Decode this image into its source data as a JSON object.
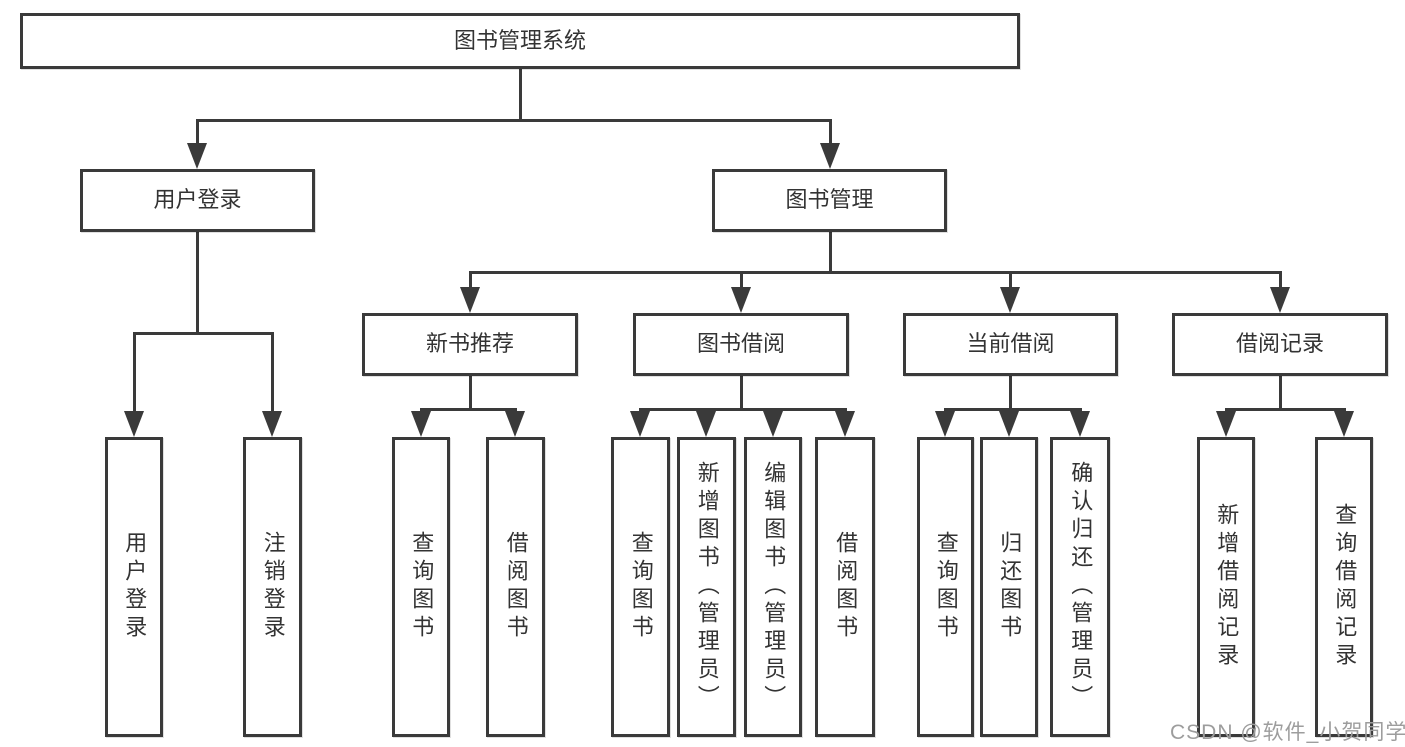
{
  "diagram": {
    "type": "hierarchy-tree",
    "background": "#ffffff",
    "line_color": "#3a3a3a",
    "text_color": "#333333",
    "nodes": {
      "root": {
        "label": "图书管理系统",
        "parent": null
      },
      "user_login": {
        "label": "用户登录",
        "parent": "root"
      },
      "book_mgmt": {
        "label": "图书管理",
        "parent": "root"
      },
      "new_book_rec": {
        "label": "新书推荐",
        "parent": "book_mgmt"
      },
      "book_borrow": {
        "label": "图书借阅",
        "parent": "book_mgmt"
      },
      "current_borrow": {
        "label": "当前借阅",
        "parent": "book_mgmt"
      },
      "borrow_record": {
        "label": "借阅记录",
        "parent": "book_mgmt"
      },
      "leaf_user_login": {
        "label": "用户登录",
        "parent": "user_login"
      },
      "leaf_logout": {
        "label": "注销登录",
        "parent": "user_login"
      },
      "leaf_query_book_1": {
        "label": "查询图书",
        "parent": "new_book_rec"
      },
      "leaf_borrow_book_1": {
        "label": "借阅图书",
        "parent": "new_book_rec"
      },
      "leaf_query_book_2": {
        "label": "查询图书",
        "parent": "book_borrow"
      },
      "leaf_add_book": {
        "label": "新增图书（管理员）",
        "parent": "book_borrow"
      },
      "leaf_edit_book": {
        "label": "编辑图书（管理员）",
        "parent": "book_borrow"
      },
      "leaf_borrow_book_2": {
        "label": "借阅图书",
        "parent": "book_borrow"
      },
      "leaf_query_book_3": {
        "label": "查询图书",
        "parent": "current_borrow"
      },
      "leaf_return_book": {
        "label": "归还图书",
        "parent": "current_borrow"
      },
      "leaf_confirm_return": {
        "label": "确认归还（管理员）",
        "parent": "current_borrow"
      },
      "leaf_add_record": {
        "label": "新增借阅记录",
        "parent": "borrow_record"
      },
      "leaf_query_record": {
        "label": "查询借阅记录",
        "parent": "borrow_record"
      }
    }
  },
  "watermark": {
    "text": "CSDN @软件_小贺同学",
    "color": "#9d9d9d"
  }
}
